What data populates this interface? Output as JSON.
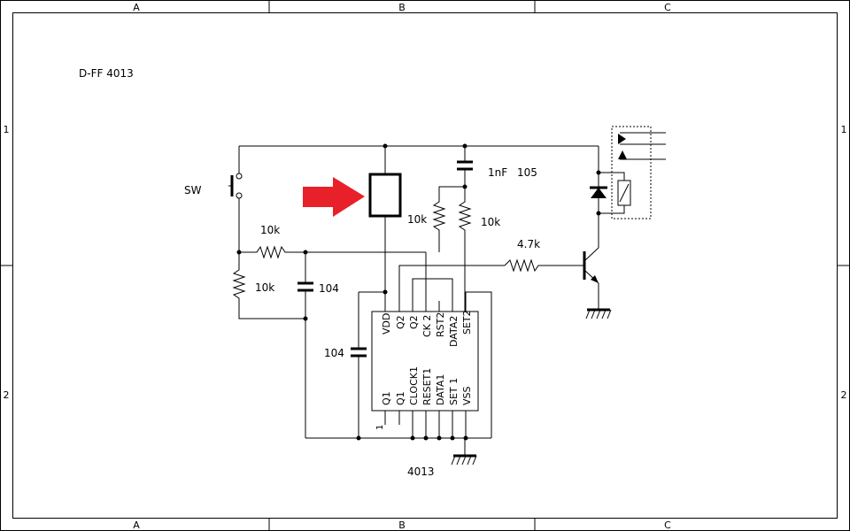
{
  "frame": {
    "columns": [
      "A",
      "B",
      "C"
    ],
    "rows": [
      "1",
      "2"
    ]
  },
  "title": "D-FF 4013",
  "labels": {
    "switch": "SW",
    "r_top": "10k",
    "r_left": "10k",
    "c_mid": "104",
    "c_left": "104",
    "c_top": "1nF",
    "c_top_code": "105",
    "r_pull1": "10k",
    "r_pull2": "10k",
    "r_base": "4.7k",
    "ic_name": "4013"
  },
  "ic": {
    "top_pins": [
      "VDD",
      "Q2",
      "Q2",
      "CK 2",
      "RST2",
      "DATA2",
      "SET2"
    ],
    "bottom_pins": [
      "Q1",
      "Q1",
      "CLOCK1",
      "RESET1",
      "DATA1",
      "SET 1",
      "VSS"
    ],
    "pin_one": "1"
  },
  "colors": {
    "arrow": "#e8202a",
    "line": "#000000"
  }
}
